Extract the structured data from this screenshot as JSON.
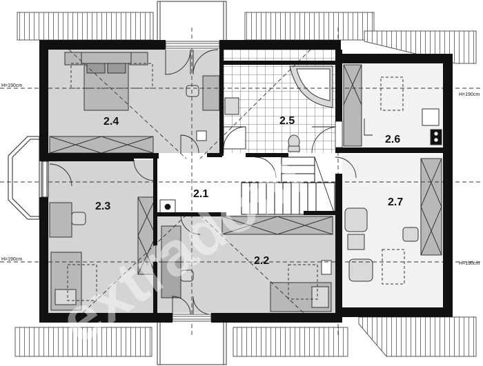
{
  "plan": {
    "rooms": [
      {
        "key": "r24",
        "label": "2.4"
      },
      {
        "key": "r25",
        "label": "2.5"
      },
      {
        "key": "r26",
        "label": "2.6"
      },
      {
        "key": "r23",
        "label": "2.3"
      },
      {
        "key": "r21",
        "label": "2.1"
      },
      {
        "key": "r27",
        "label": "2.7"
      },
      {
        "key": "r22",
        "label": "2.2"
      }
    ],
    "height_notes": {
      "left_top": "H=190cm",
      "left_bottom": "H=190cm",
      "right_top": "H=190cm",
      "right_bottom": "H=190cm"
    },
    "watermark": "extradom",
    "colors": {
      "wall": "#111111",
      "room_gray": "#d4d4d4",
      "room_light": "#f2f2f2",
      "furniture": "#b8b8b8",
      "furniture_dark": "#9a9a9a"
    }
  }
}
